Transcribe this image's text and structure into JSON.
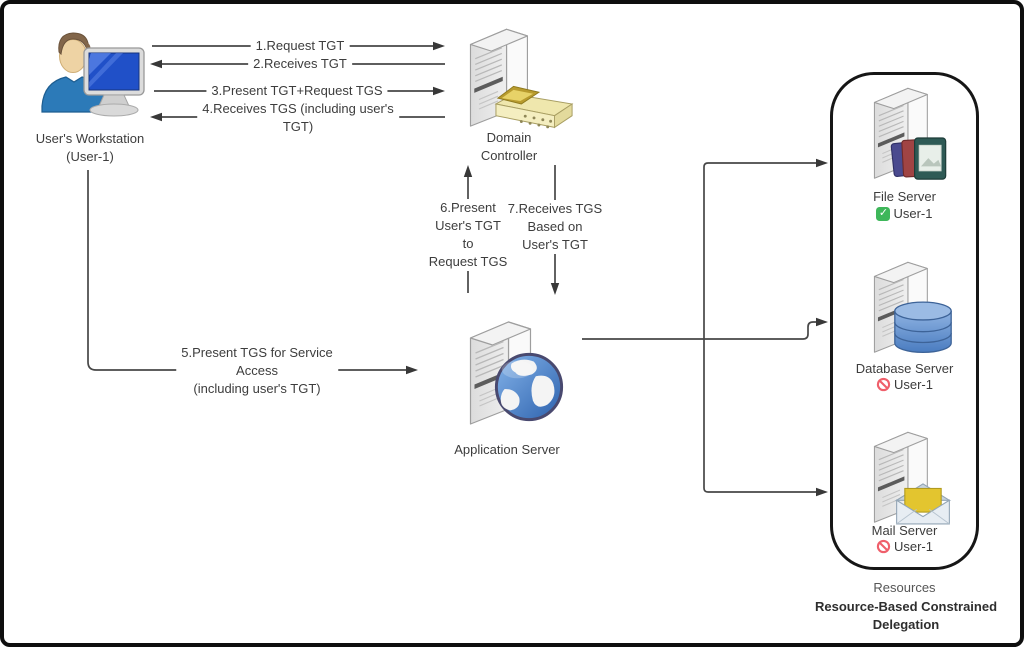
{
  "diagram": {
    "workstation": {
      "label": "User's Workstation",
      "sublabel": "(User-1)"
    },
    "domain_controller": {
      "label": "Domain Controller"
    },
    "application_server": {
      "label": "Application Server"
    },
    "arrows": {
      "a1": {
        "label": "1.Request TGT",
        "direction": "right"
      },
      "a2": {
        "label": "2.Receives TGT",
        "direction": "left"
      },
      "a3": {
        "label": "3.Present TGT+Request TGS",
        "direction": "right"
      },
      "a4": {
        "lines": [
          "4.Receives TGS (including user's",
          "TGT)"
        ],
        "direction": "left"
      },
      "a5": {
        "lines": [
          "5.Present TGS for Service",
          "Access",
          "(including user's TGT)"
        ],
        "direction": "right"
      },
      "a6": {
        "lines": [
          "6.Present",
          "User's TGT",
          "to",
          "Request TGS"
        ],
        "direction": "up"
      },
      "a7": {
        "lines": [
          "7.Receives TGS",
          "Based on",
          "User's TGT"
        ],
        "direction": "down"
      }
    },
    "resources": {
      "box_label": "Resources",
      "title": "Resource-Based Constrained Delegation",
      "servers": [
        {
          "name": "File Server",
          "user": "User-1",
          "access": "allowed"
        },
        {
          "name": "Database Server",
          "user": "User-1",
          "access": "denied"
        },
        {
          "name": "Mail Server",
          "user": "User-1",
          "access": "denied"
        }
      ]
    },
    "colors": {
      "line": "#474747",
      "allowed_green": "#3eb75a",
      "denied_red": "#ef5f6b",
      "globe_blue": "#3a6fbe",
      "db_blue": "#5d8cc9"
    }
  }
}
